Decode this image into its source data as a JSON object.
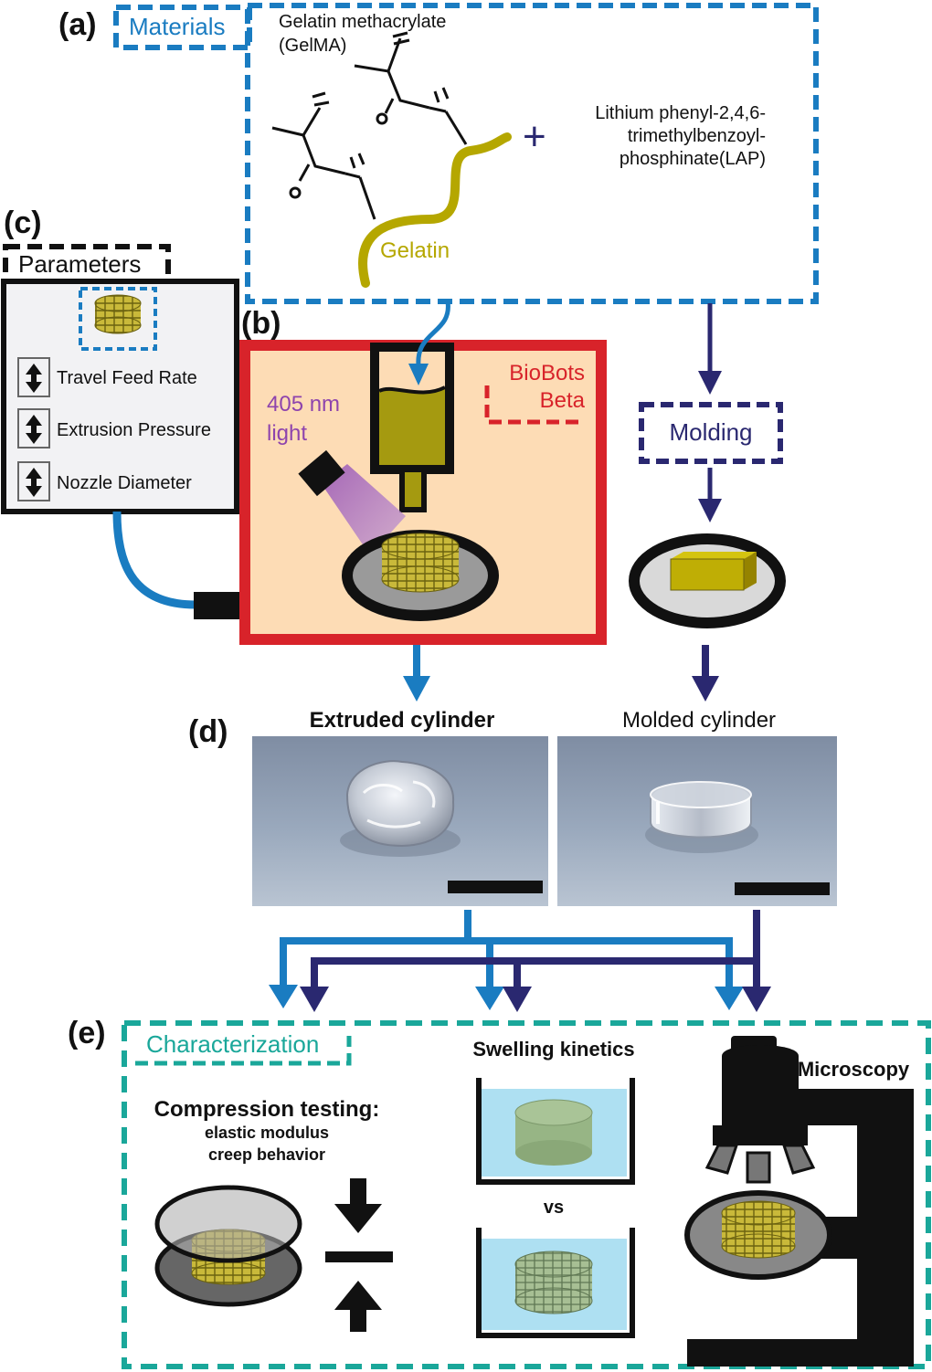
{
  "panels": {
    "a": {
      "letter": "(a)",
      "box_title": "Materials",
      "gelma_line1": "Gelatin methacrylate",
      "gelma_line2": "(GelMA)",
      "gelatin_label": "Gelatin",
      "plus": "+",
      "lap_line1": "Lithium phenyl-2,4,6-",
      "lap_line2": "trimethylbenzoyl-",
      "lap_line3": "phosphinate(LAP)"
    },
    "b": {
      "letter": "(b)",
      "printer_line1": "BioBots",
      "printer_line2": "Beta",
      "light_line1": "405 nm",
      "light_line2": "light"
    },
    "c": {
      "letter": "(c)",
      "box_title": "Parameters",
      "params": [
        "Travel Feed Rate",
        "Extrusion Pressure",
        "Nozzle Diameter"
      ]
    },
    "molding": {
      "label": "Molding"
    },
    "d": {
      "letter": "(d)",
      "extruded_label": "Extruded cylinder",
      "molded_label": "Molded cylinder"
    },
    "e": {
      "letter": "(e)",
      "box_title": "Characterization",
      "compression_title": "Compression testing:",
      "compression_line1": "elastic modulus",
      "compression_line2": "creep behavior",
      "swelling_title": "Swelling kinetics",
      "vs": "vs",
      "microscopy": "Microscopy"
    }
  },
  "colors": {
    "blue": "#1a7cc1",
    "navy": "#2a2870",
    "red": "#d8232a",
    "peach": "#fddcb5",
    "teal": "#1aa79a",
    "olive": "#b5a700",
    "purple": "#8e44ad",
    "water": "#aee0f2"
  }
}
